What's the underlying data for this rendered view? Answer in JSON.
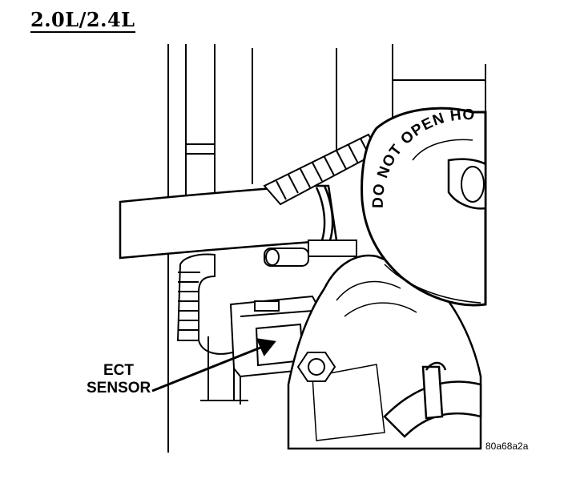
{
  "title": "2.0L/2.4L",
  "callout": {
    "line1": "ECT",
    "line2": "SENSOR"
  },
  "cap_text": "DO NOT OPEN HOT",
  "figure_code": "80a68a2a",
  "colors": {
    "ink": "#000000",
    "paper": "#ffffff"
  }
}
